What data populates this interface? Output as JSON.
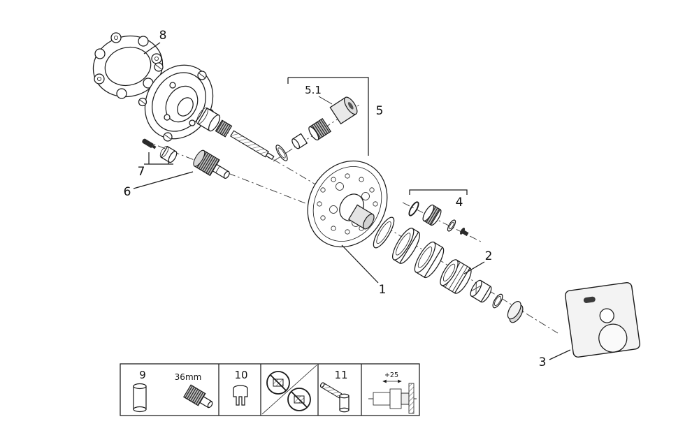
{
  "part_labels": {
    "1": "1",
    "2": "2",
    "3": "3",
    "4": "4",
    "5": "5",
    "5_1": "5.1",
    "6": "6",
    "7": "7",
    "8": "8"
  },
  "legend": {
    "box9": "9",
    "box10": "10",
    "box11": "11",
    "wrench_size": "36mm",
    "depth_dim": "+25",
    "icons": [
      "spare-cartridge-cylinder",
      "knurled-extension-36mm",
      "puller-fork-tool",
      "do-not-use-tools",
      "pin-and-sleeve",
      "installation-depth-section"
    ]
  },
  "colors": {
    "line": "#1a1a1a",
    "background": "#ffffff",
    "metal_light": "#e9e9e9",
    "metal_mid": "#d2d2d2",
    "dark_part": "#2b2b2b"
  }
}
